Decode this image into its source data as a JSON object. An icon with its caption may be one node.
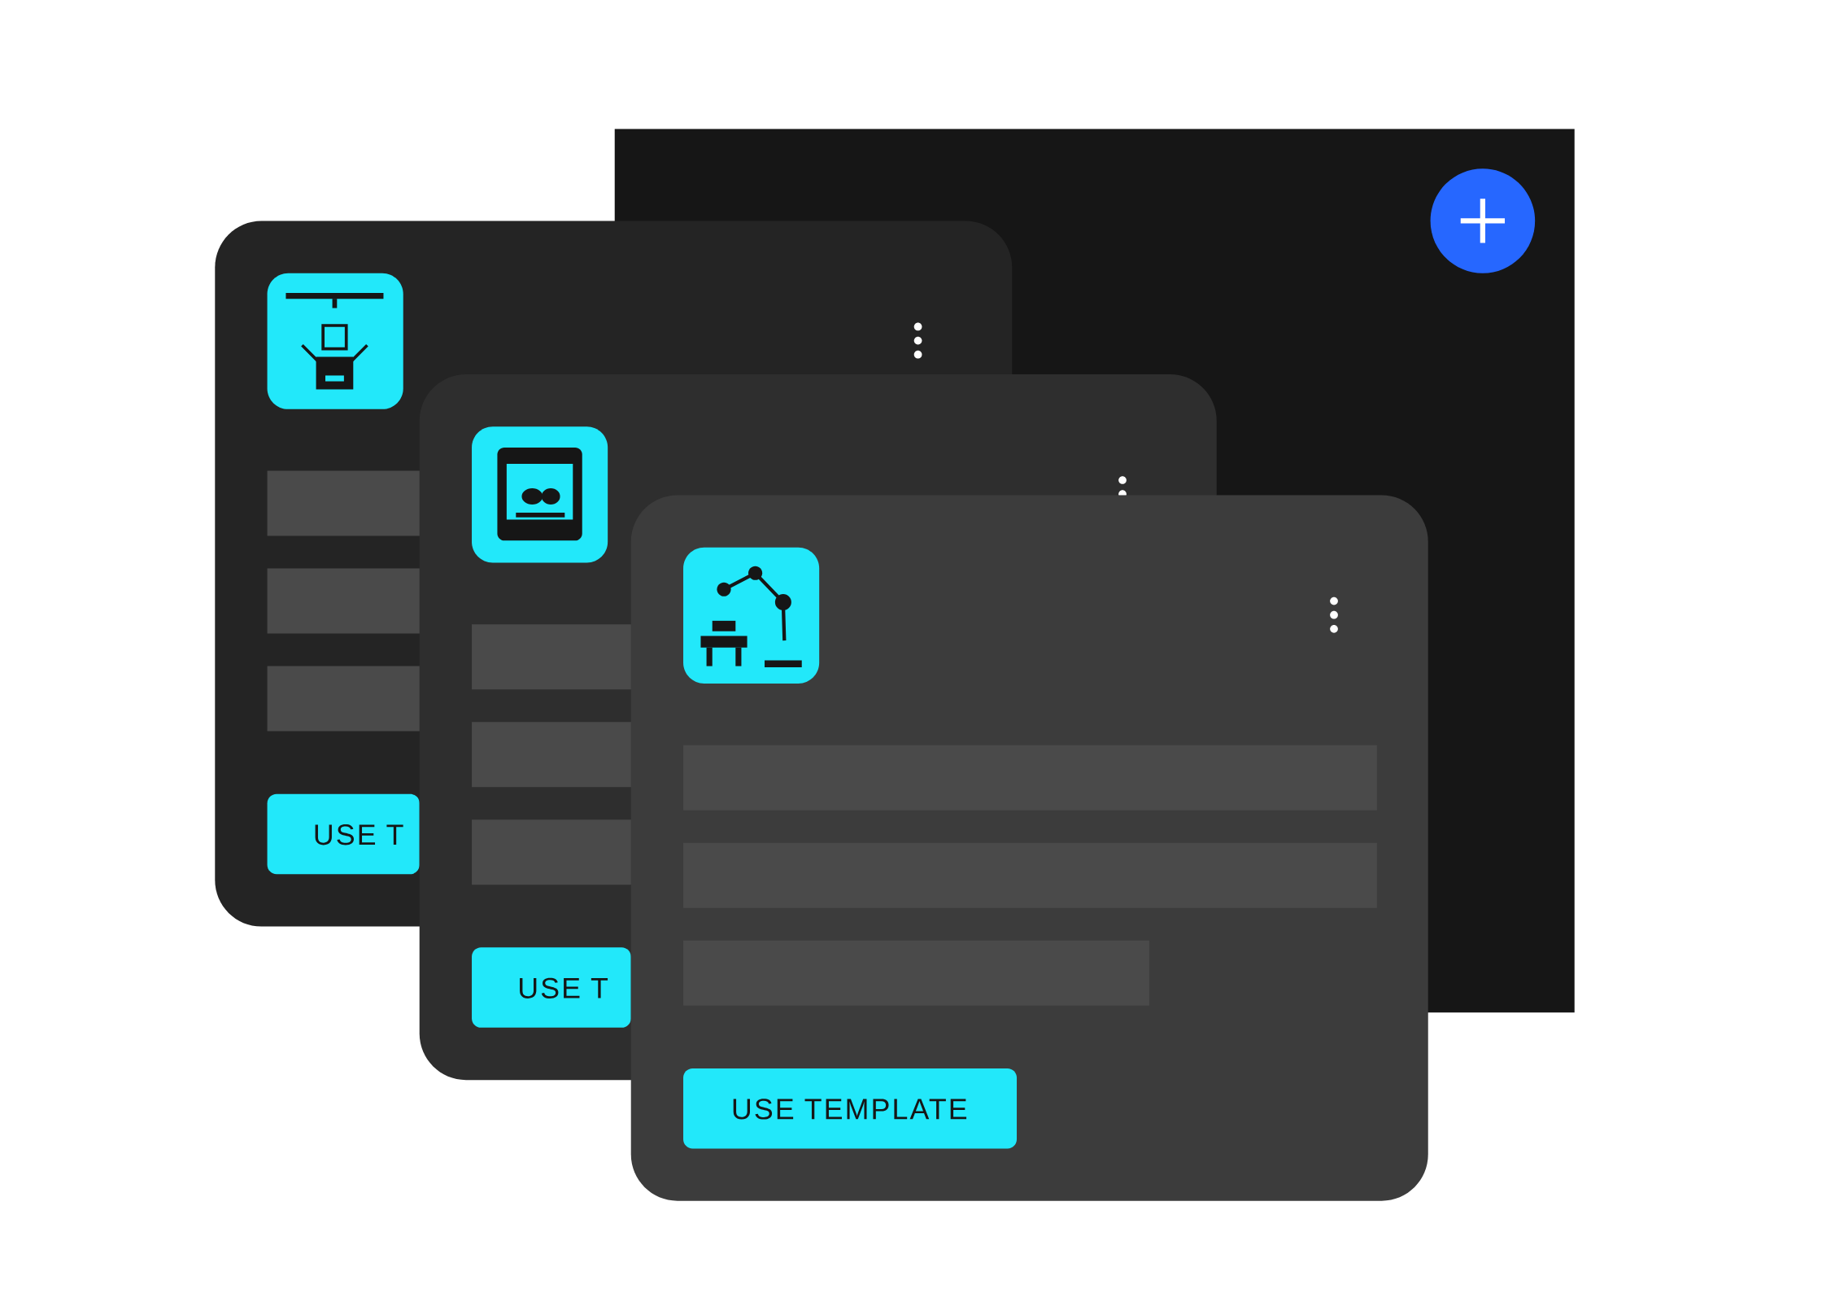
{
  "diagram": {
    "labels": [
      "USE T",
      "USE T",
      "USE TEMPLATE"
    ]
  }
}
